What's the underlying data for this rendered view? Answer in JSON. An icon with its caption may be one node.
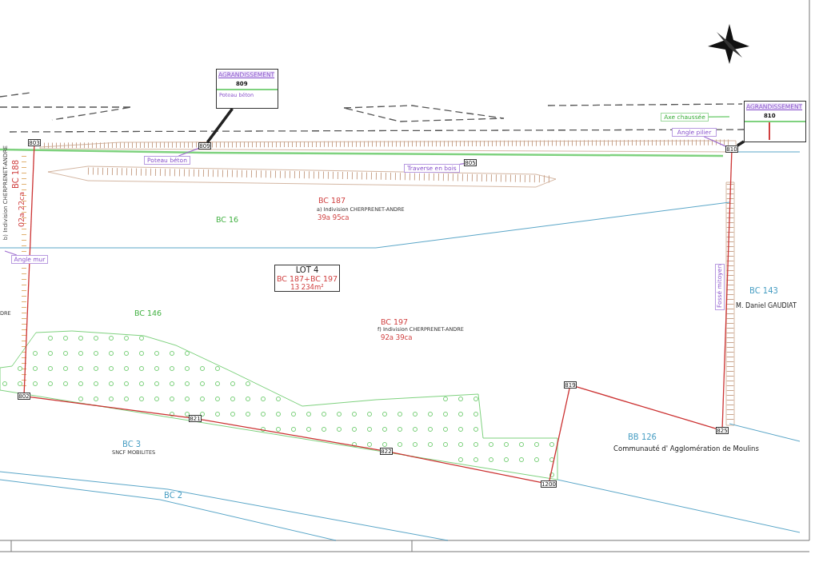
{
  "diagram": {
    "nodes": [
      {
        "text": [
          "LOT 4",
          "BC 187+BC 197",
          "13 234m²"
        ]
      },
      {
        "text": [
          "AGRANDISSEMENT",
          "809",
          "Poteau béton"
        ]
      },
      {
        "text": [
          "AGRANDISSEMENT",
          "810"
        ]
      },
      {
        "text": [
          "803"
        ]
      },
      {
        "text": [
          "809"
        ]
      },
      {
        "text": [
          "805"
        ]
      },
      {
        "text": [
          "810"
        ]
      },
      {
        "text": [
          "802"
        ]
      },
      {
        "text": [
          "821"
        ]
      },
      {
        "text": [
          "822"
        ]
      },
      {
        "text": [
          "1200"
        ]
      },
      {
        "text": [
          "819"
        ]
      },
      {
        "text": [
          "825"
        ]
      },
      {
        "text": [
          "Poteau béton"
        ]
      },
      {
        "text": [
          "Traverse en bois"
        ]
      },
      {
        "text": [
          "Angle pilier"
        ]
      },
      {
        "text": [
          "Angle mur"
        ]
      },
      {
        "text": [
          "Axe chaussée"
        ]
      },
      {
        "text": [
          "Fossé mitoyen"
        ]
      }
    ],
    "edges": [
      {
        "from": 1,
        "to": 4,
        "arrow": "none",
        "style": "thick",
        "color": "#222222"
      },
      {
        "from": 2,
        "to": 6,
        "arrow": "none",
        "style": "thick",
        "color": "#222222"
      },
      {
        "from": 13,
        "to": 4,
        "arrow": "none",
        "color": "#a070d0"
      },
      {
        "from": 14,
        "to": 5,
        "arrow": "none",
        "color": "#a070d0"
      },
      {
        "from": 15,
        "to": 6,
        "arrow": "none",
        "color": "#a070d0"
      },
      {
        "from": 16,
        "to": null,
        "arrow": "none",
        "color": "#a070d0"
      },
      {
        "from": 17,
        "to": null,
        "arrow": "none",
        "color": "#7fd27f"
      },
      {
        "from": 3,
        "to": 7,
        "arrow": "none"
      },
      {
        "from": 7,
        "to": 8,
        "arrow": "none"
      },
      {
        "from": 8,
        "to": 9,
        "arrow": "none"
      },
      {
        "from": 9,
        "to": 10,
        "arrow": "none"
      },
      {
        "from": 10,
        "to": 11,
        "arrow": "none"
      },
      {
        "from": 11,
        "to": 12,
        "arrow": "none"
      },
      {
        "from": 6,
        "to": 12,
        "arrow": "none"
      }
    ],
    "labels": [
      "BC 188",
      "02a 22ca",
      "b) Indivision CHERPRENET-ANDRE",
      "BC 187",
      "a) Indivision CHERPRENET-ANDRE",
      "39a 95ca",
      "BC 16",
      "BC 143",
      "DRE",
      "BC 146",
      "M. Daniel GAUDIAT",
      "BC 197",
      "f) Indivision CHERPRENET-ANDRE",
      "92a 39ca",
      "BB 126",
      "BC 3",
      "Communauté d' Agglomération de Moulins",
      "SNCF MOBILITES",
      "BC 2"
    ]
  }
}
